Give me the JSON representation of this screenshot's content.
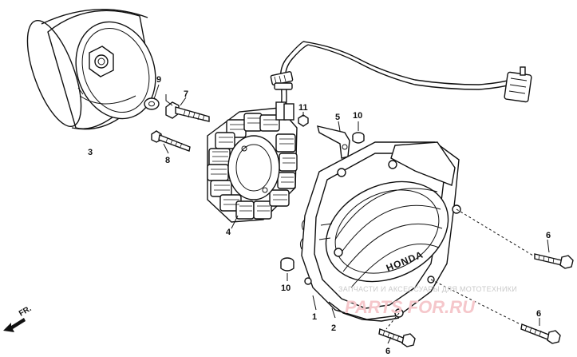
{
  "callouts": {
    "c1": "1",
    "c2": "2",
    "c3": "3",
    "c4": "4",
    "c5": "5",
    "c6a": "6",
    "c6b": "6",
    "c6c": "6",
    "c7": "7",
    "c8": "8",
    "c9": "9",
    "c10a": "10",
    "c10b": "10",
    "c11": "11"
  },
  "cover_brand": "HONDA",
  "direction_marker": "FR.",
  "watermark": {
    "tagline": "ЗАПЧАСТИ И АКСЕССУАРЫ ДЛЯ МОТОТЕХНИКИ",
    "logo": "PARTS FOR.RU"
  }
}
